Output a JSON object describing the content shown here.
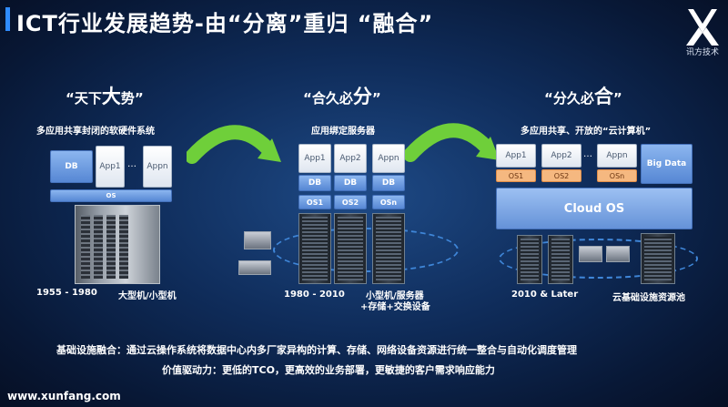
{
  "title": "ICT行业发展趋势-由“分离”重归 “融合”",
  "logo": {
    "icon": "x-logo-icon",
    "text": "讯方技术"
  },
  "columns": [
    {
      "heading_prefix": "“天下",
      "heading_big": "大",
      "heading_suffix": "势”",
      "subtitle": "多应用共享封闭的软硬件系统",
      "boxes": {
        "db": "DB",
        "app1": "App1",
        "dots": "…",
        "appn": "Appn",
        "os": "OS"
      },
      "year": "1955 - 1980",
      "caption": "大型机/小型机"
    },
    {
      "heading_prefix": "“合久必",
      "heading_big": "分",
      "heading_suffix": "”",
      "subtitle": "应用绑定服务器",
      "apps": [
        "App1",
        "App2",
        "Appn"
      ],
      "dbs": [
        "DB",
        "DB",
        "DB"
      ],
      "oses": [
        "OS1",
        "OS2",
        "OSn"
      ],
      "year": "1980 - 2010",
      "caption_line1": "小型机/服务器",
      "caption_line2": "+存储+交换设备"
    },
    {
      "heading_prefix": "“分久必",
      "heading_big": "合",
      "heading_suffix": "”",
      "subtitle": "多应用共享、开放的“云计算机”",
      "apps": [
        "App1",
        "App2",
        "Appn"
      ],
      "oses": [
        "OS1",
        "OS2",
        "OSn"
      ],
      "dots": "…",
      "bigdata": "Big Data",
      "cloud": "Cloud OS",
      "year": "2010 & Later",
      "caption": "云基础设施资源池"
    }
  ],
  "bottom_line1": "基础设施融合：通过云操作系统将数据中心内多厂家异构的计算、存储、网络设备资源进行统一整合与自动化调度管理",
  "bottom_line2": "价值驱动力：更低的TCO，更高效的业务部署，更敏捷的客户需求响应能力",
  "url": "www.xunfang.com",
  "colors": {
    "accent": "#2f8cff",
    "arrow": "#6fcf3a",
    "background": "#0f2c5a"
  }
}
